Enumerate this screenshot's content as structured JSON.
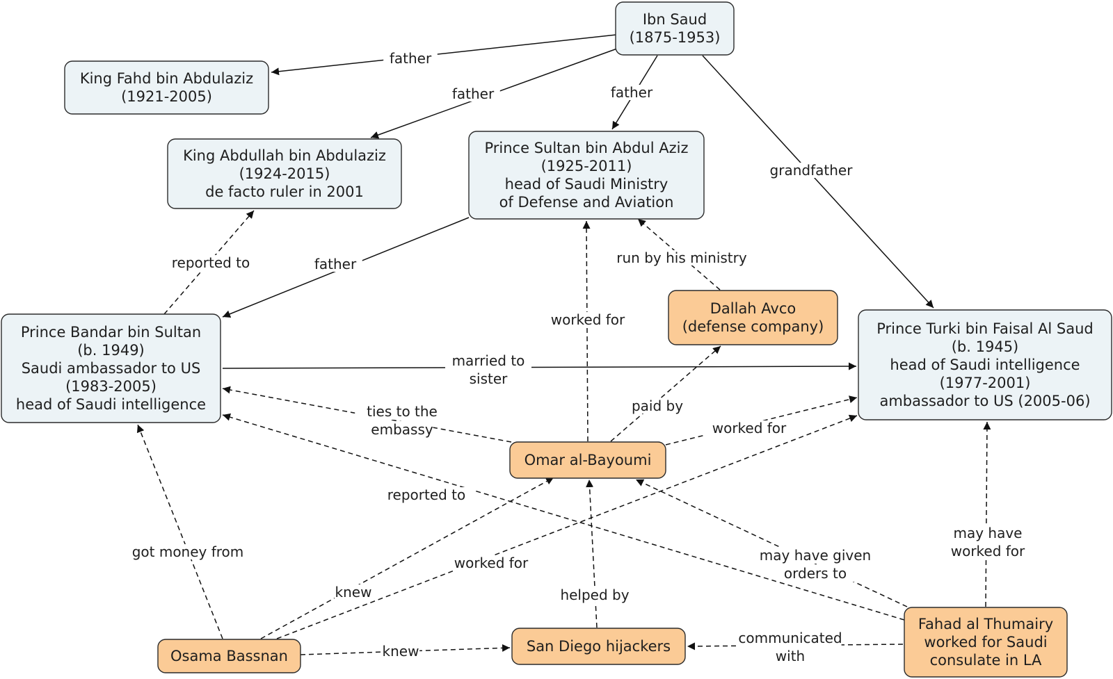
{
  "nodes": {
    "ibn_saud": {
      "lines": [
        "Ibn Saud",
        "(1875-1953)"
      ],
      "kind": "person"
    },
    "king_fahd": {
      "lines": [
        "King Fahd bin Abdulaziz",
        "(1921-2005)"
      ],
      "kind": "person"
    },
    "king_abdullah": {
      "lines": [
        "King Abdullah bin Abdulaziz",
        "(1924-2015)",
        "de facto ruler in 2001"
      ],
      "kind": "person"
    },
    "prince_sultan": {
      "lines": [
        "Prince Sultan bin Abdul Aziz",
        "(1925-2011)",
        "head of Saudi Ministry",
        "of Defense and Aviation"
      ],
      "kind": "person"
    },
    "prince_bandar": {
      "lines": [
        "Prince Bandar bin Sultan",
        "(b. 1949)",
        "Saudi ambassador to US",
        "(1983-2005)",
        "head of Saudi intelligence"
      ],
      "kind": "person"
    },
    "prince_turki": {
      "lines": [
        "Prince Turki bin Faisal Al Saud",
        "(b. 1945)",
        "head of Saudi intelligence",
        "(1977-2001)",
        "ambassador to US (2005-06)"
      ],
      "kind": "person"
    },
    "dallah_avco": {
      "lines": [
        "Dallah Avco",
        "(defense company)"
      ],
      "kind": "actor"
    },
    "omar": {
      "lines": [
        "Omar al-Bayoumi"
      ],
      "kind": "actor"
    },
    "osama_bassnan": {
      "lines": [
        "Osama Bassnan"
      ],
      "kind": "actor"
    },
    "san_diego": {
      "lines": [
        "San Diego hijackers"
      ],
      "kind": "actor"
    },
    "fahad": {
      "lines": [
        "Fahad al Thumairy",
        "worked for Saudi",
        "consulate in LA"
      ],
      "kind": "actor"
    }
  },
  "edges": [
    {
      "id": "ibn-fahd",
      "from": "ibn_saud",
      "to": "king_fahd",
      "label": [
        "father"
      ],
      "style": "solid"
    },
    {
      "id": "ibn-abdullah",
      "from": "ibn_saud",
      "to": "king_abdullah",
      "label": [
        "father"
      ],
      "style": "solid"
    },
    {
      "id": "ibn-sultan",
      "from": "ibn_saud",
      "to": "prince_sultan",
      "label": [
        "father"
      ],
      "style": "solid"
    },
    {
      "id": "ibn-turki",
      "from": "ibn_saud",
      "to": "prince_turki",
      "label": [
        "grandfather"
      ],
      "style": "solid"
    },
    {
      "id": "sultan-bandar",
      "from": "prince_sultan",
      "to": "prince_bandar",
      "label": [
        "father"
      ],
      "style": "solid"
    },
    {
      "id": "bandar-abdullah",
      "from": "prince_bandar",
      "to": "king_abdullah",
      "label": [
        "reported to"
      ],
      "style": "dashed"
    },
    {
      "id": "bandar-turki",
      "from": "prince_bandar",
      "to": "prince_turki",
      "label": [
        "married to",
        "sister"
      ],
      "style": "solid"
    },
    {
      "id": "omar-sultan",
      "from": "omar",
      "to": "prince_sultan",
      "label": [
        "worked for"
      ],
      "style": "dashed"
    },
    {
      "id": "dallah-sultan",
      "from": "dallah_avco",
      "to": "prince_sultan",
      "label": [
        "run by his ministry"
      ],
      "style": "dashed"
    },
    {
      "id": "omar-dallah",
      "from": "omar",
      "to": "dallah_avco",
      "label": [
        "paid by"
      ],
      "style": "dashed"
    },
    {
      "id": "omar-bandar",
      "from": "omar",
      "to": "prince_bandar",
      "label": [
        "ties to the",
        "embassy"
      ],
      "style": "dashed"
    },
    {
      "id": "omar-turki",
      "from": "omar",
      "to": "prince_turki",
      "label": [
        "worked for"
      ],
      "style": "dashed"
    },
    {
      "id": "fahad-bandar",
      "from": "fahad",
      "to": "prince_bandar",
      "label": [
        "reported to"
      ],
      "style": "dashed"
    },
    {
      "id": "bassnan-bandar",
      "from": "osama_bassnan",
      "to": "prince_bandar",
      "label": [
        "got money from"
      ],
      "style": "dashed"
    },
    {
      "id": "bassnan-omar",
      "from": "osama_bassnan",
      "to": "omar",
      "label": [
        "knew"
      ],
      "style": "dashed"
    },
    {
      "id": "bassnan-turki",
      "from": "osama_bassnan",
      "to": "prince_turki",
      "label": [
        "worked for"
      ],
      "style": "dashed"
    },
    {
      "id": "sandiego-omar",
      "from": "san_diego",
      "to": "omar",
      "label": [
        "helped by"
      ],
      "style": "dashed"
    },
    {
      "id": "fahad-omar",
      "from": "fahad",
      "to": "omar",
      "label": [
        "may have given",
        "orders to"
      ],
      "style": "dashed"
    },
    {
      "id": "fahad-turki",
      "from": "fahad",
      "to": "prince_turki",
      "label": [
        "may have",
        "worked for"
      ],
      "style": "dashed"
    },
    {
      "id": "bassnan-sandiego",
      "from": "osama_bassnan",
      "to": "san_diego",
      "label": [
        "knew"
      ],
      "style": "dashed"
    },
    {
      "id": "fahad-sandiego",
      "from": "fahad",
      "to": "san_diego",
      "label": [
        "communicated",
        "with"
      ],
      "style": "dashed"
    }
  ],
  "colors": {
    "person_fill": "#ecf3f6",
    "actor_fill": "#fbcb96",
    "border": "#2b2b2b",
    "line": "#111111"
  }
}
